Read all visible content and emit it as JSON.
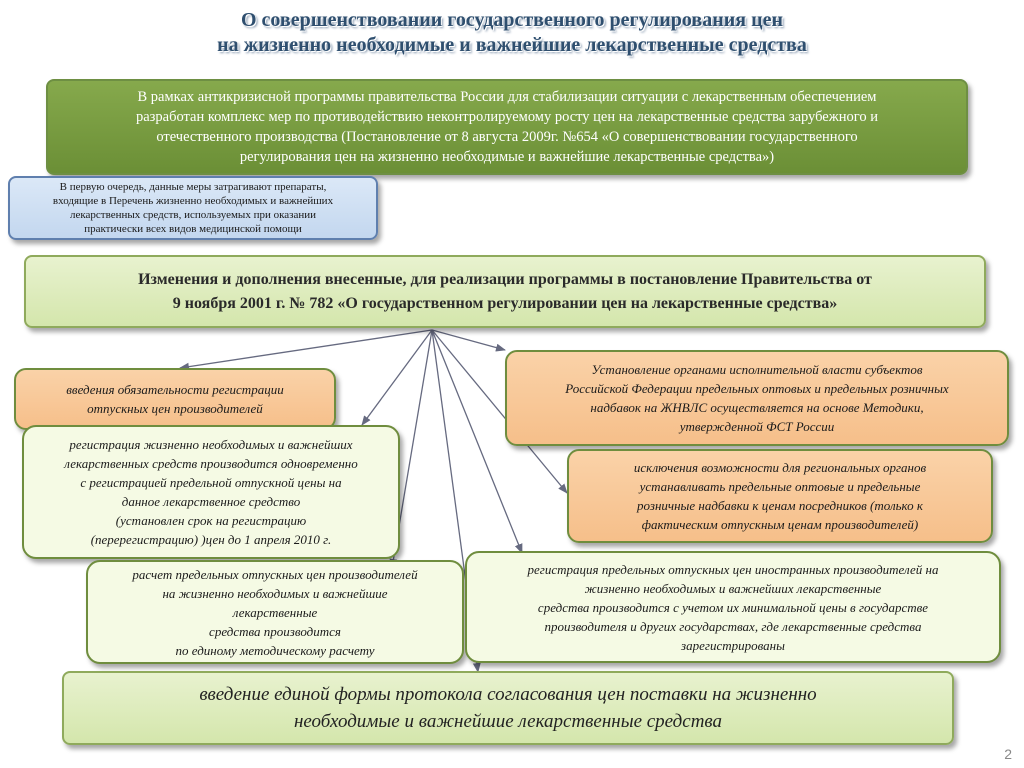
{
  "slide": {
    "title_line1": "О совершенствовании государственного регулирования цен",
    "title_line2": "на жизненно необходимые и важнейшие лекарственные средства",
    "page_number": "2"
  },
  "intro_box": {
    "line1": "В рамках антикризисной программы правительства России для стабилизации ситуации с лекарственным обеспечением",
    "line2": "разработан комплекс мер по противодействию неконтролируемому росту цен на лекарственные средства зарубежного и",
    "line3": "отечественного производства (Постановление от 8 августа 2009г. №654 «О совершенствовании государственного",
    "line4": "регулирования цен на жизненно необходимые и важнейшие лекарственные средства»)"
  },
  "note_box": {
    "line1": "В первую очередь, данные меры  затрагивают препараты,",
    "line2": "входящие в Перечень жизненно необходимых и важнейших",
    "line3": "лекарственных средств,  используемых при оказании",
    "line4": "практически всех видов медицинской помощи"
  },
  "main_box": {
    "line1": "Изменения и дополнения внесенные, для реализации программы в постановление Правительства от",
    "line2": "9 ноября 2001 г.  № 782 «О государственном регулировании цен на лекарственные средства»"
  },
  "items": {
    "registration_mandatory": {
      "line1": "введения обязательности регистрации",
      "line2": "отпускных цен производителей"
    },
    "registration_simultaneous": {
      "line1": "регистрация жизненно необходимых и важнейших",
      "line2": "лекарственных средств производится одновременно",
      "line3": "с регистрацией предельной отпускной цены на",
      "line4": "данное лекарственное средство",
      "line5": "(установлен срок на регистрацию",
      "line6": "(перерегистрацию) )цен до 1 апреля 2010 г."
    },
    "calculation": {
      "line1": "расчет предельных отпускных цен производителей",
      "line2": "на жизненно необходимых и важнейшие",
      "line3": "лекарственные",
      "line4": "средства производится",
      "line5": "по единому методическому расчету"
    },
    "regional_markups": {
      "line1": "Установление органами исполнительной власти субъектов",
      "line2": "Российской Федерации предельных оптовых и предельных  розничных",
      "line3": "надбавок на ЖНВЛС осуществляется на основе Методики,",
      "line4": "утвержденной ФСТ России"
    },
    "exclusion": {
      "line1": "исключения возможности для региональных органов",
      "line2": "устанавливать предельные оптовые и предельные",
      "line3": "розничные надбавки к ценам посредников (только к",
      "line4": "фактическим отпускным ценам производителей)"
    },
    "foreign_registration": {
      "line1": "регистрация предельных отпускных цен иностранных производителей на",
      "line2": "жизненно необходимых и важнейших лекарственные",
      "line3": "средства производится с учетом их минимальной цены в государстве",
      "line4": "производителя и других государствах, где лекарственные средства",
      "line5": "зарегистрированы"
    }
  },
  "bottom_box": {
    "line1": "введение единой формы протокола согласования цен поставки на жизненно",
    "line2": "необходимые и важнейшие лекарственные средства"
  },
  "colors": {
    "title": "#2f4f6f",
    "intro_fill": "#7a9c42",
    "note_fill": "#c9dbf0",
    "main_fill": "#dcebbb",
    "item_fill": "#f5fae4",
    "highlight_fill": "#f8c898",
    "arrow": "#666a80"
  }
}
